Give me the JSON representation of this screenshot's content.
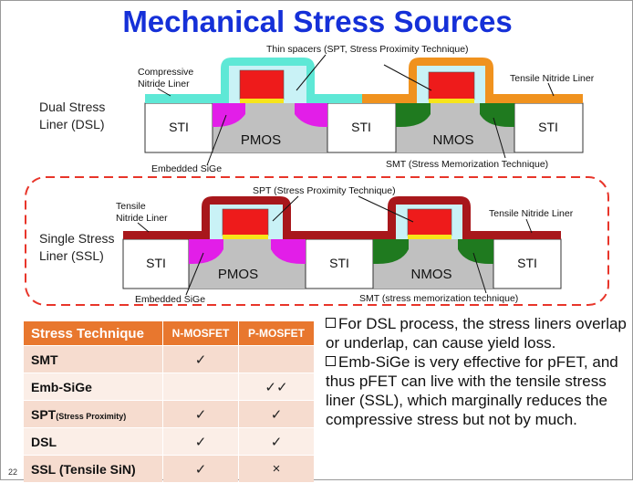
{
  "title": "Mechanical Stress Sources",
  "page_number": "22",
  "dsl": {
    "side_label_line1": "Dual Stress",
    "side_label_line2": "Liner (DSL)",
    "annotation_spacers": "Thin spacers (SPT, Stress Proximity Technique)",
    "annotation_compressive_1": "Compressive",
    "annotation_compressive_2": "Nitride Liner",
    "annotation_tensile": "Tensile Nitride Liner",
    "annotation_sige": "Embedded SiGe",
    "annotation_smt": "SMT (Stress Memorization Technique)",
    "sti_label": "STI",
    "pmos_label": "PMOS",
    "nmos_label": "NMOS"
  },
  "ssl": {
    "side_label_line1": "Single Stress",
    "side_label_line2": "Liner (SSL)",
    "annotation_spt": "SPT (Stress Proximity Technique)",
    "annotation_tensile_left_1": "Tensile",
    "annotation_tensile_left_2": "Nitride Liner",
    "annotation_tensile_right": "Tensile Nitride Liner",
    "annotation_sige": "Embedded SiGe",
    "annotation_smt": "SMT (stress memorization technique)",
    "sti_label": "STI",
    "pmos_label": "PMOS",
    "nmos_label": "NMOS"
  },
  "table": {
    "headers": [
      "Stress Technique",
      "N-MOSFET",
      "P-MOSFET"
    ],
    "rows": [
      {
        "name": "SMT",
        "sub": "",
        "n": "✓",
        "p": ""
      },
      {
        "name": "Emb-SiGe",
        "sub": "",
        "n": "",
        "p": "✓✓"
      },
      {
        "name": "SPT",
        "sub": "(Stress Proximity)",
        "n": "✓",
        "p": "✓"
      },
      {
        "name": "DSL",
        "sub": "",
        "n": "✓",
        "p": "✓"
      },
      {
        "name": "SSL  (Tensile SiN)",
        "sub": "",
        "n": "✓",
        "p": "×"
      }
    ]
  },
  "notes": [
    "For DSL process, the stress liners overlap or underlap, can cause yield loss.",
    "Emb-SiGe is very effective for pFET, and thus pFET can live with the tensile stress liner (SSL), which marginally reduces the compressive stress but not by much."
  ],
  "colors": {
    "title": "#1530d8",
    "compressive_liner": "#5ee8d6",
    "tensile_liner_dsl": "#f0921e",
    "tensile_liner_ssl": "#a8171b",
    "gate": "#ee1b1b",
    "gate_oxide": "#f7e41a",
    "spacer": "#c9f2f6",
    "channel": "#c0c0c0",
    "sige": "#e21ee8",
    "smt": "#1f7a1f",
    "dashed_border": "#e8352a",
    "table_header": "#e8772e"
  }
}
